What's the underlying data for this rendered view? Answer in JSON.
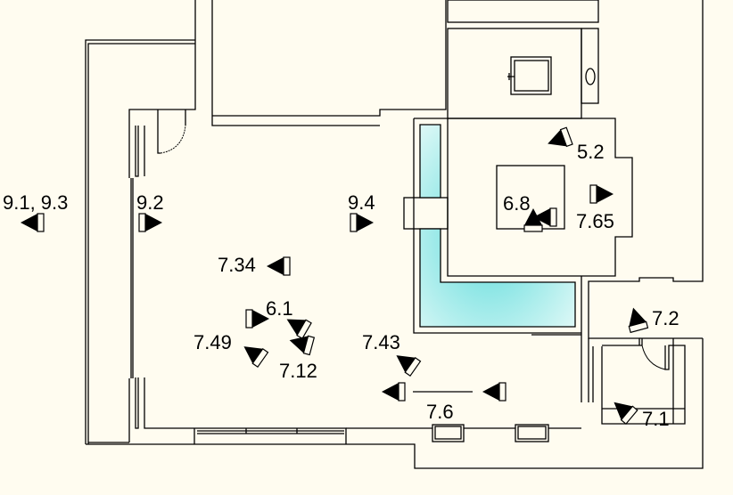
{
  "plan": {
    "background_color": "#fffcf0",
    "pool_color": "#66dddd",
    "markers": [
      {
        "label": "9.1, 9.3",
        "icon": "camera-marker-icon"
      },
      {
        "label": "9.2",
        "icon": "camera-marker-icon"
      },
      {
        "label": "9.4",
        "icon": "camera-marker-icon"
      },
      {
        "label": "7.34",
        "icon": "camera-marker-icon"
      },
      {
        "label": "6.1",
        "icon": "camera-marker-icon"
      },
      {
        "label": "7.49",
        "icon": "camera-marker-icon"
      },
      {
        "label": "7.12",
        "icon": "camera-marker-icon"
      },
      {
        "label": "7.43",
        "icon": "camera-marker-icon"
      },
      {
        "label": "7.6",
        "icon": "camera-marker-icon"
      },
      {
        "label": "5.2",
        "icon": "camera-marker-icon"
      },
      {
        "label": "6.8",
        "icon": "camera-marker-icon"
      },
      {
        "label": "7.65",
        "icon": "camera-marker-icon"
      },
      {
        "label": "7.2",
        "icon": "camera-marker-icon"
      },
      {
        "label": "7.1",
        "icon": "camera-marker-icon"
      }
    ]
  }
}
